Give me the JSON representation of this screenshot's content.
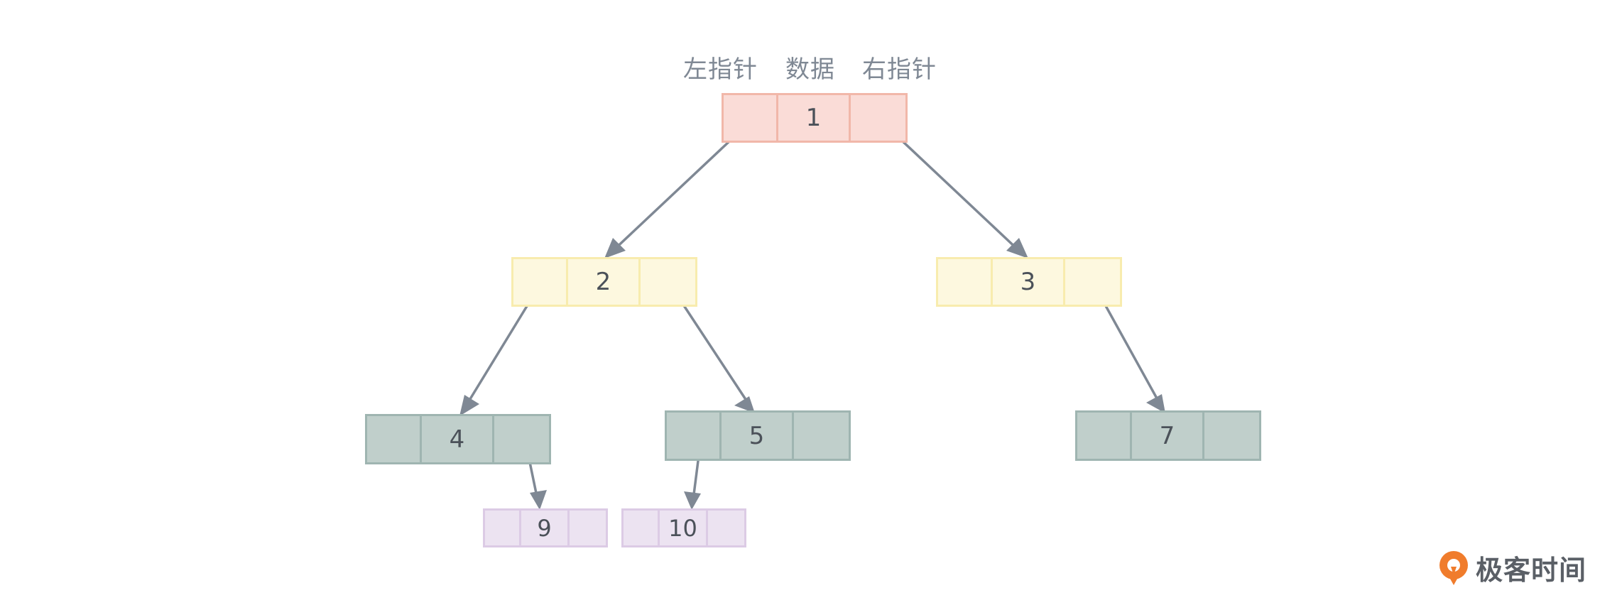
{
  "headers": {
    "left_pointer": "左指针",
    "data": "数据",
    "right_pointer": "右指针"
  },
  "nodes": {
    "n1": "1",
    "n2": "2",
    "n3": "3",
    "n4": "4",
    "n5": "5",
    "n7": "7",
    "n9": "9",
    "n10": "10"
  },
  "colors": {
    "root_fill": "#fadcd7",
    "level2_fill": "#fdf8df",
    "level3_fill": "#c0cfcb",
    "level4_fill": "#ece3f1",
    "arrow": "#7f8894",
    "logo": "#f07c2c"
  },
  "logo": {
    "text": "极客时间",
    "icon": "geektime-logo-icon"
  }
}
